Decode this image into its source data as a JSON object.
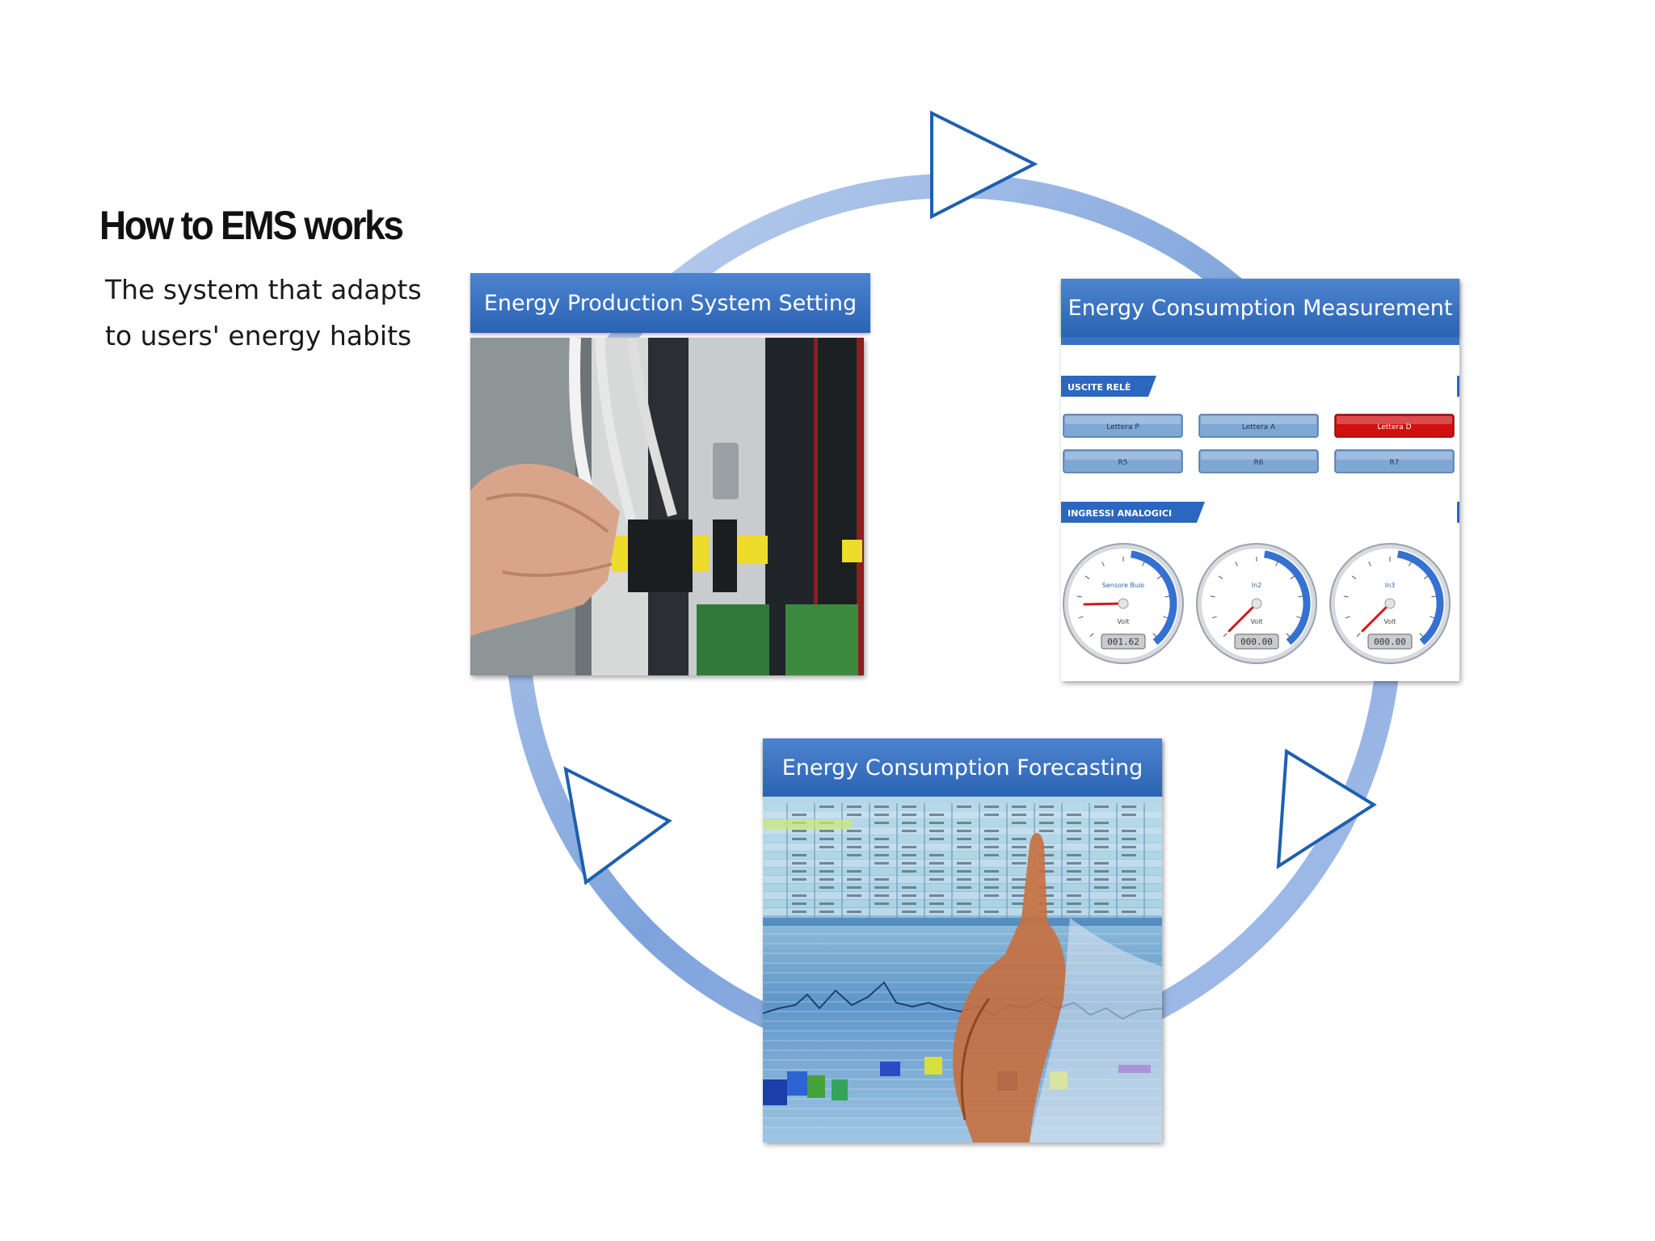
{
  "title": "How to EMS works",
  "subtitle": {
    "line1": "The system that adapts",
    "line2": "to users' energy habits"
  },
  "cycle": {
    "ring_color": "#8fb0e2",
    "arrow_color": "#1f5fae",
    "arrow_icon": "play-triangle-outline"
  },
  "cards": {
    "production": {
      "title": "Energy Production System Setting",
      "image": "hand-plugging-connector-photo"
    },
    "measurement": {
      "title": "Energy Consumption Measurement",
      "section_relays": "USCITE RELÈ",
      "relay_buttons": [
        "Lettera P",
        "Lettera A",
        "Lettera D",
        "R5",
        "R6",
        "R7"
      ],
      "section_analog": "INGRESSI ANALOGICI",
      "gauges": [
        {
          "label": "Sensore Buio",
          "unit": "Volt",
          "readout": "001.62",
          "value": 1.62
        },
        {
          "label": "In2",
          "unit": "Volt",
          "readout": "000.00",
          "value": 0
        },
        {
          "label": "In3",
          "unit": "Volt",
          "readout": "000.00",
          "value": 0
        }
      ],
      "active_color": "#d10f0f",
      "button_color": "#7ea7d4"
    },
    "forecasting": {
      "title": "Energy Consumption Forecasting",
      "image": "finger-touching-spreadsheet-chart-photo"
    }
  }
}
